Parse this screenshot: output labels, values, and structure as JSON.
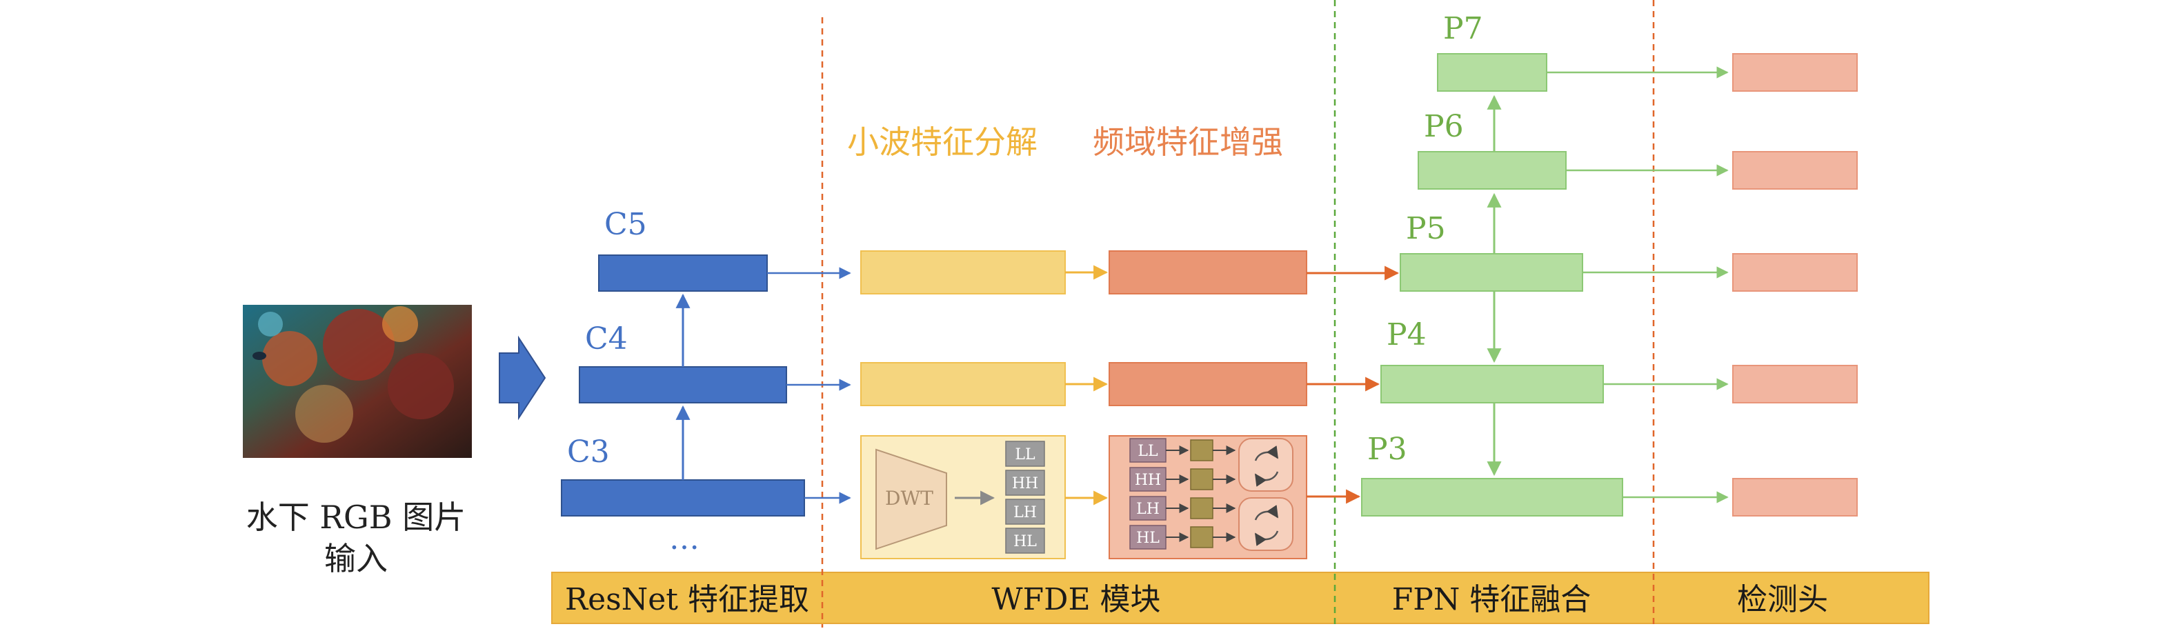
{
  "input": {
    "caption_line1": "水下 RGB 图片",
    "caption_line2": "输入"
  },
  "backbone": {
    "levels": [
      "C5",
      "C4",
      "C3"
    ],
    "ellipsis": "…"
  },
  "wfde": {
    "title_left": "小波特征分解",
    "title_right": "频域特征增强",
    "dwt_label": "DWT",
    "subbands": [
      "LL",
      "HH",
      "LH",
      "HL"
    ]
  },
  "fpn": {
    "levels": [
      "P7",
      "P6",
      "P5",
      "P4",
      "P3"
    ]
  },
  "stages": {
    "resnet": "ResNet 特征提取",
    "wfde": "WFDE 模块",
    "fpn": "FPN 特征融合",
    "head": "检测头"
  },
  "colors": {
    "blue": "#4472c4",
    "yellow": "#f5d57e",
    "orange": "#ea9674",
    "green": "#b4dea0",
    "head": "#f2b5a0",
    "bar": "#f2c14e"
  }
}
